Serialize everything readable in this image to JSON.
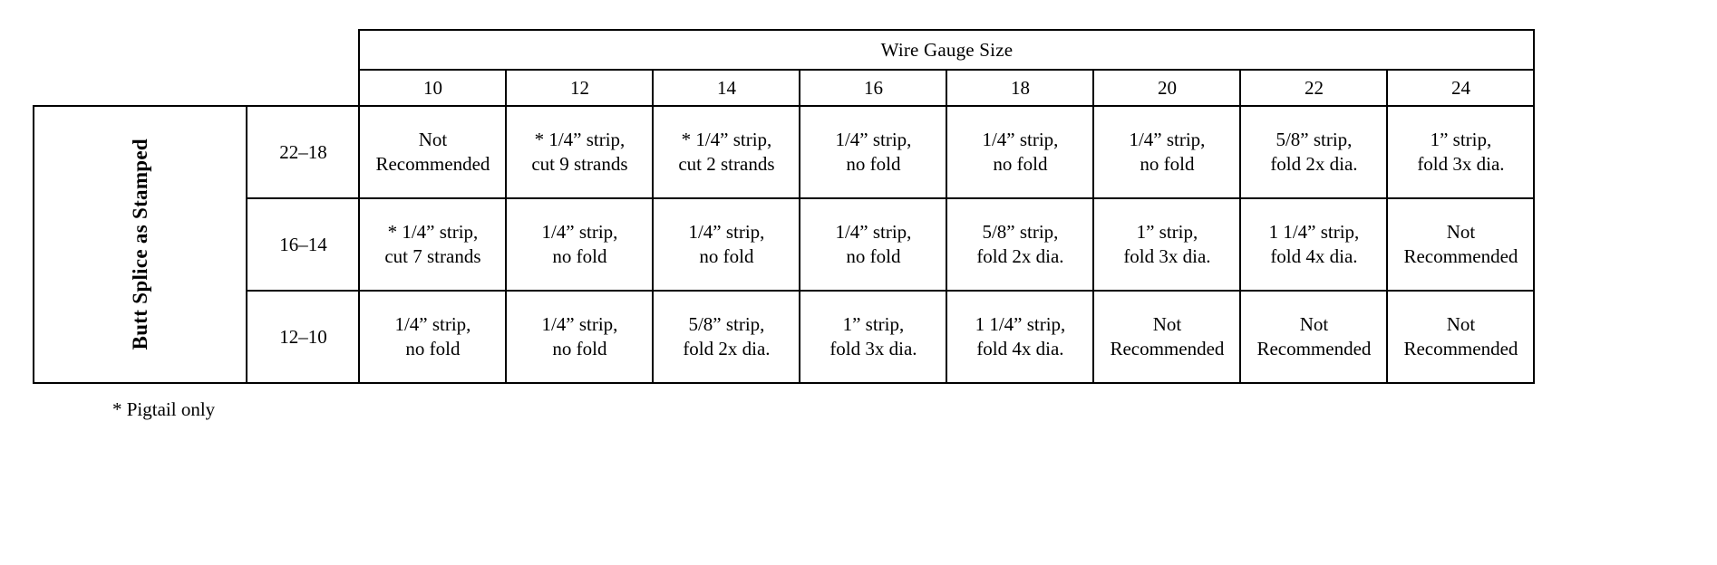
{
  "table": {
    "group_header": "Wire Gauge Size",
    "side_label": "Butt Splice as Stamped",
    "gauge_columns": [
      "10",
      "12",
      "14",
      "16",
      "18",
      "20",
      "22",
      "24"
    ],
    "rows": [
      {
        "stamp": "22–18",
        "cells": [
          {
            "l1": "Not",
            "l2": "Recommended"
          },
          {
            "l1": "* 1/4” strip,",
            "l2": "cut 9 strands"
          },
          {
            "l1": "* 1/4” strip,",
            "l2": "cut 2 strands"
          },
          {
            "l1": "1/4” strip,",
            "l2": "no fold"
          },
          {
            "l1": "1/4” strip,",
            "l2": "no fold"
          },
          {
            "l1": "1/4” strip,",
            "l2": "no fold"
          },
          {
            "l1": "5/8” strip,",
            "l2": "fold 2x dia."
          },
          {
            "l1": "1” strip,",
            "l2": "fold 3x dia."
          }
        ]
      },
      {
        "stamp": "16–14",
        "cells": [
          {
            "l1": "* 1/4” strip,",
            "l2": "cut 7 strands"
          },
          {
            "l1": "1/4” strip,",
            "l2": "no fold"
          },
          {
            "l1": "1/4” strip,",
            "l2": "no fold"
          },
          {
            "l1": "1/4” strip,",
            "l2": "no fold"
          },
          {
            "l1": "5/8” strip,",
            "l2": "fold 2x dia."
          },
          {
            "l1": "1” strip,",
            "l2": "fold 3x dia."
          },
          {
            "l1": "1 1/4” strip,",
            "l2": "fold 4x dia."
          },
          {
            "l1": "Not",
            "l2": "Recommended"
          }
        ]
      },
      {
        "stamp": "12–10",
        "cells": [
          {
            "l1": "1/4” strip,",
            "l2": "no fold"
          },
          {
            "l1": "1/4” strip,",
            "l2": "no fold"
          },
          {
            "l1": "5/8” strip,",
            "l2": "fold 2x dia."
          },
          {
            "l1": "1” strip,",
            "l2": "fold 3x dia."
          },
          {
            "l1": "1 1/4” strip,",
            "l2": "fold 4x dia."
          },
          {
            "l1": "Not",
            "l2": "Recommended"
          },
          {
            "l1": "Not",
            "l2": "Recommended"
          },
          {
            "l1": "Not",
            "l2": "Recommended"
          }
        ]
      }
    ]
  },
  "footnote": "* Pigtail only"
}
